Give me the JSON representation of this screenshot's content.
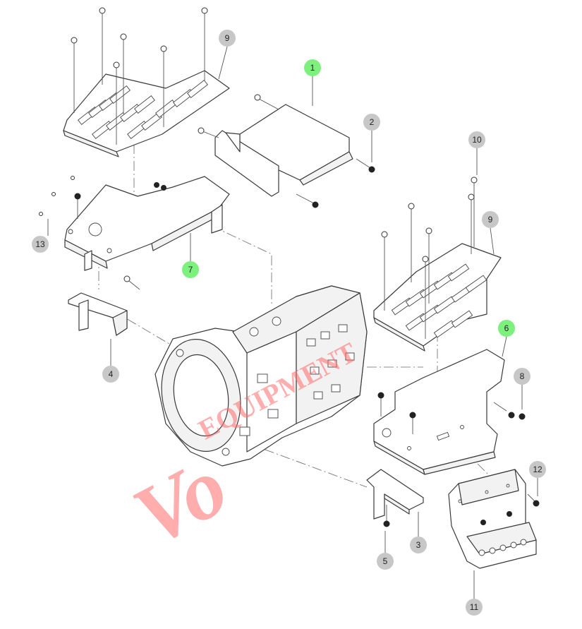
{
  "callouts": [
    {
      "label": "1",
      "color": "#7ef07e"
    },
    {
      "label": "2",
      "color": "#c7c7c7"
    },
    {
      "label": "3",
      "color": "#c7c7c7"
    },
    {
      "label": "4",
      "color": "#c7c7c7"
    },
    {
      "label": "5",
      "color": "#c7c7c7"
    },
    {
      "label": "6",
      "color": "#7ef07e"
    },
    {
      "label": "7",
      "color": "#7ef07e"
    },
    {
      "label": "8",
      "color": "#c7c7c7"
    },
    {
      "label": "9",
      "color": "#c7c7c7"
    },
    {
      "label": "9",
      "color": "#c7c7c7"
    },
    {
      "label": "10",
      "color": "#c7c7c7"
    },
    {
      "label": "11",
      "color": "#c7c7c7"
    },
    {
      "label": "12",
      "color": "#c7c7c7"
    },
    {
      "label": "13",
      "color": "#c7c7c7"
    }
  ],
  "watermark": {
    "script": "Vo",
    "text": "EQUIPMENT"
  },
  "colors": {
    "highlight": "#7ef07e",
    "callout_grey": "#c7c7c7",
    "watermark": "#ff6b6b"
  }
}
